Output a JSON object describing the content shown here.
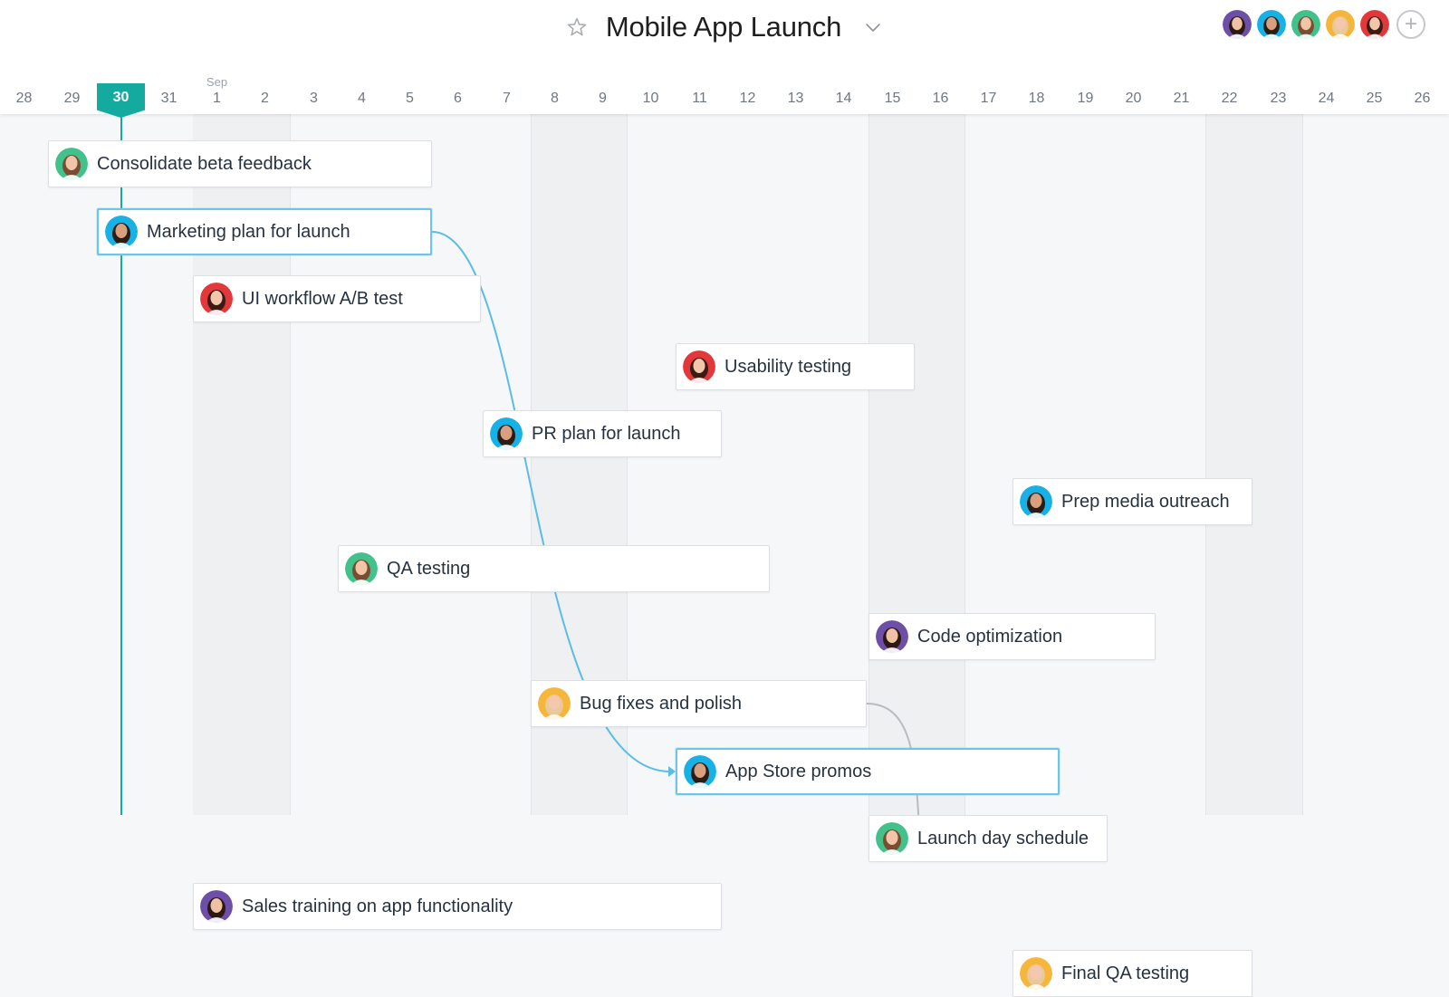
{
  "project": {
    "title": "Mobile App Launch"
  },
  "colors": {
    "accent": "#14aaa0",
    "dependency_selected": "#5bbde6",
    "dependency": "#b8bcc2"
  },
  "members": [
    {
      "name": "member-1",
      "color": "#6e4fa8",
      "hair": "#2b1a14",
      "skin": "#f0c2a4"
    },
    {
      "name": "member-2",
      "color": "#17b1e6",
      "hair": "#2a1d16",
      "skin": "#d9a07f"
    },
    {
      "name": "member-3",
      "color": "#42c28a",
      "hair": "#7a4d33",
      "skin": "#f2c5a8"
    },
    {
      "name": "member-4",
      "color": "#f6b63b",
      "hair": "#e9c99a",
      "skin": "#f3c8ae"
    },
    {
      "name": "member-5",
      "color": "#e2373b",
      "hair": "#3a1c14",
      "skin": "#f2c6ab"
    }
  ],
  "timeline": {
    "days": [
      {
        "day": "28"
      },
      {
        "day": "29"
      },
      {
        "day": "30",
        "today": true
      },
      {
        "day": "31"
      },
      {
        "day": "1",
        "month": "Sep"
      },
      {
        "day": "2"
      },
      {
        "day": "3"
      },
      {
        "day": "4"
      },
      {
        "day": "5"
      },
      {
        "day": "6"
      },
      {
        "day": "7"
      },
      {
        "day": "8"
      },
      {
        "day": "9"
      },
      {
        "day": "10"
      },
      {
        "day": "11"
      },
      {
        "day": "12"
      },
      {
        "day": "13"
      },
      {
        "day": "14"
      },
      {
        "day": "15"
      },
      {
        "day": "16"
      },
      {
        "day": "17"
      },
      {
        "day": "18"
      },
      {
        "day": "19"
      },
      {
        "day": "20"
      },
      {
        "day": "21"
      },
      {
        "day": "22"
      },
      {
        "day": "23"
      },
      {
        "day": "24"
      },
      {
        "day": "25"
      },
      {
        "day": "26"
      }
    ]
  },
  "tasks": [
    {
      "name": "Consolidate beta feedback",
      "assignee": 2,
      "start_index": 1,
      "days": 8
    },
    {
      "name": "Marketing plan for launch",
      "assignee": 1,
      "start_index": 2,
      "days": 7,
      "selected": true
    },
    {
      "name": "UI workflow A/B test",
      "assignee": 4,
      "start_index": 4,
      "days": 6
    },
    {
      "name": "Usability testing",
      "assignee": 4,
      "start_index": 14,
      "days": 5
    },
    {
      "name": "PR plan for launch",
      "assignee": 1,
      "start_index": 10,
      "days": 5
    },
    {
      "name": "Prep media outreach",
      "assignee": 1,
      "start_index": 21,
      "days": 5
    },
    {
      "name": "QA testing",
      "assignee": 2,
      "start_index": 7,
      "days": 9
    },
    {
      "name": "Code optimization",
      "assignee": 0,
      "start_index": 18,
      "days": 6
    },
    {
      "name": "Bug fixes and polish",
      "assignee": 3,
      "start_index": 11,
      "days": 7
    },
    {
      "name": "App Store promos",
      "assignee": 1,
      "start_index": 14,
      "days": 8,
      "selected": true
    },
    {
      "name": "Launch day schedule",
      "assignee": 2,
      "start_index": 18,
      "days": 5
    },
    {
      "name": "Sales training on app functionality",
      "assignee": 0,
      "start_index": 4,
      "days": 11
    },
    {
      "name": "Final QA testing",
      "assignee": 3,
      "start_index": 21,
      "days": 5
    }
  ],
  "dependencies": [
    {
      "from": 1,
      "to": 9,
      "selected": true
    },
    {
      "from": 8,
      "to": 12
    }
  ]
}
